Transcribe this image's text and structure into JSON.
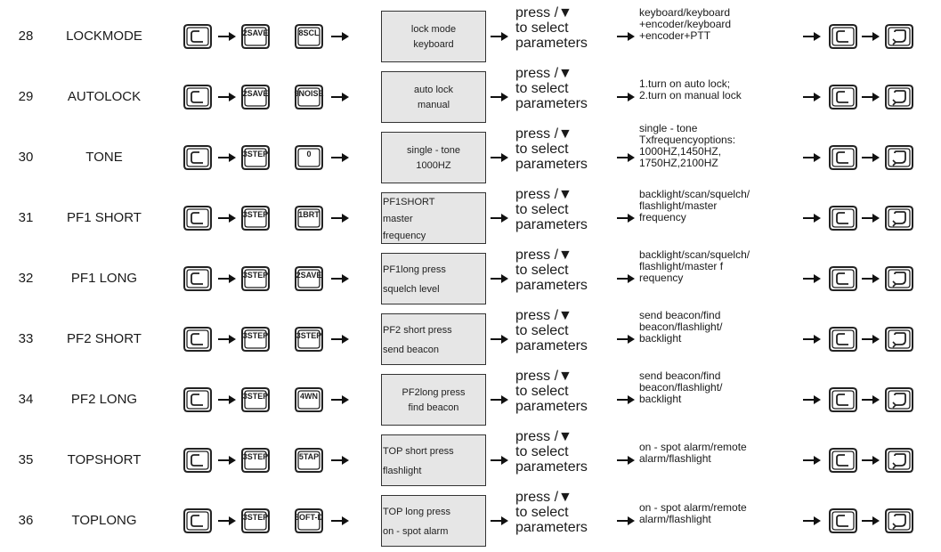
{
  "keys": {
    "menu": "",
    "2": "2SAVE",
    "3": "3STEP",
    "4": "4WN",
    "5": "5TAP",
    "6": "6OFT-D",
    "8": "8SCL",
    "9": "9NOISE",
    "0": "0",
    "1": "1BRT",
    "exit": ""
  },
  "press_text": {
    "l1": "press   /▼",
    "l2": "to select",
    "l3": "parameters"
  },
  "rows": [
    {
      "num": "28",
      "name": "LOCKMODE",
      "k2": "2SAVE",
      "k3": "8SCL",
      "disp": [
        "lock mode",
        "keyboard"
      ],
      "opts": [
        "keyboard/keyboard",
        "+encoder/keyboard",
        "+encoder+PTT"
      ]
    },
    {
      "num": "29",
      "name": "AUTOLOCK",
      "k2": "2SAVE",
      "k3": "9NOISE",
      "disp": [
        "auto lock",
        "manual"
      ],
      "opts": [
        "1.turn on auto lock;",
        "2.turn on manual lock"
      ]
    },
    {
      "num": "30",
      "name": "TONE",
      "k2": "3STEP",
      "k3": "0",
      "disp": [
        "single - tone",
        "1000HZ"
      ],
      "opts": [
        "single - tone",
        "Txfrequencyoptions:",
        "1000HZ,1450HZ,",
        "1750HZ,2100HZ"
      ]
    },
    {
      "num": "31",
      "name": "PF1 SHORT",
      "k2": "3STEP",
      "k3": "1BRT",
      "disp": [
        "PF1SHORT",
        "master",
        "frequency"
      ],
      "opts": [
        "backlight/scan/squelch/",
        "flashlight/master",
        "frequency"
      ]
    },
    {
      "num": "32",
      "name": "PF1 LONG",
      "k2": "3STEP",
      "k3": "2SAVE",
      "disp": [
        "PF1long press",
        "squelch level"
      ],
      "opts": [
        "backlight/scan/squelch/",
        "flashlight/master f",
        "requency"
      ]
    },
    {
      "num": "33",
      "name": "PF2 SHORT",
      "k2": "3STEP",
      "k3": "3STEP",
      "disp": [
        "PF2 short press",
        "send beacon"
      ],
      "opts": [
        "send beacon/find",
        "beacon/flashlight/",
        "backlight"
      ]
    },
    {
      "num": "34",
      "name": "PF2 LONG",
      "k2": "3STEP",
      "k3": "4WN",
      "disp": [
        "PF2long press",
        "find beacon"
      ],
      "opts": [
        "send beacon/find",
        "beacon/flashlight/",
        "backlight"
      ]
    },
    {
      "num": "35",
      "name": "TOPSHORT",
      "k2": "3STEP",
      "k3": "5TAP",
      "disp": [
        "TOP short press",
        "flashlight"
      ],
      "opts": [
        "on - spot alarm/remote",
        "alarm/flashlight"
      ]
    },
    {
      "num": "36",
      "name": "TOPLONG",
      "k2": "3STEP",
      "k3": "6OFT-D",
      "disp": [
        "TOP long press",
        "on - spot alarm"
      ],
      "opts": [
        "on - spot alarm/remote",
        "alarm/flashlight"
      ]
    }
  ]
}
